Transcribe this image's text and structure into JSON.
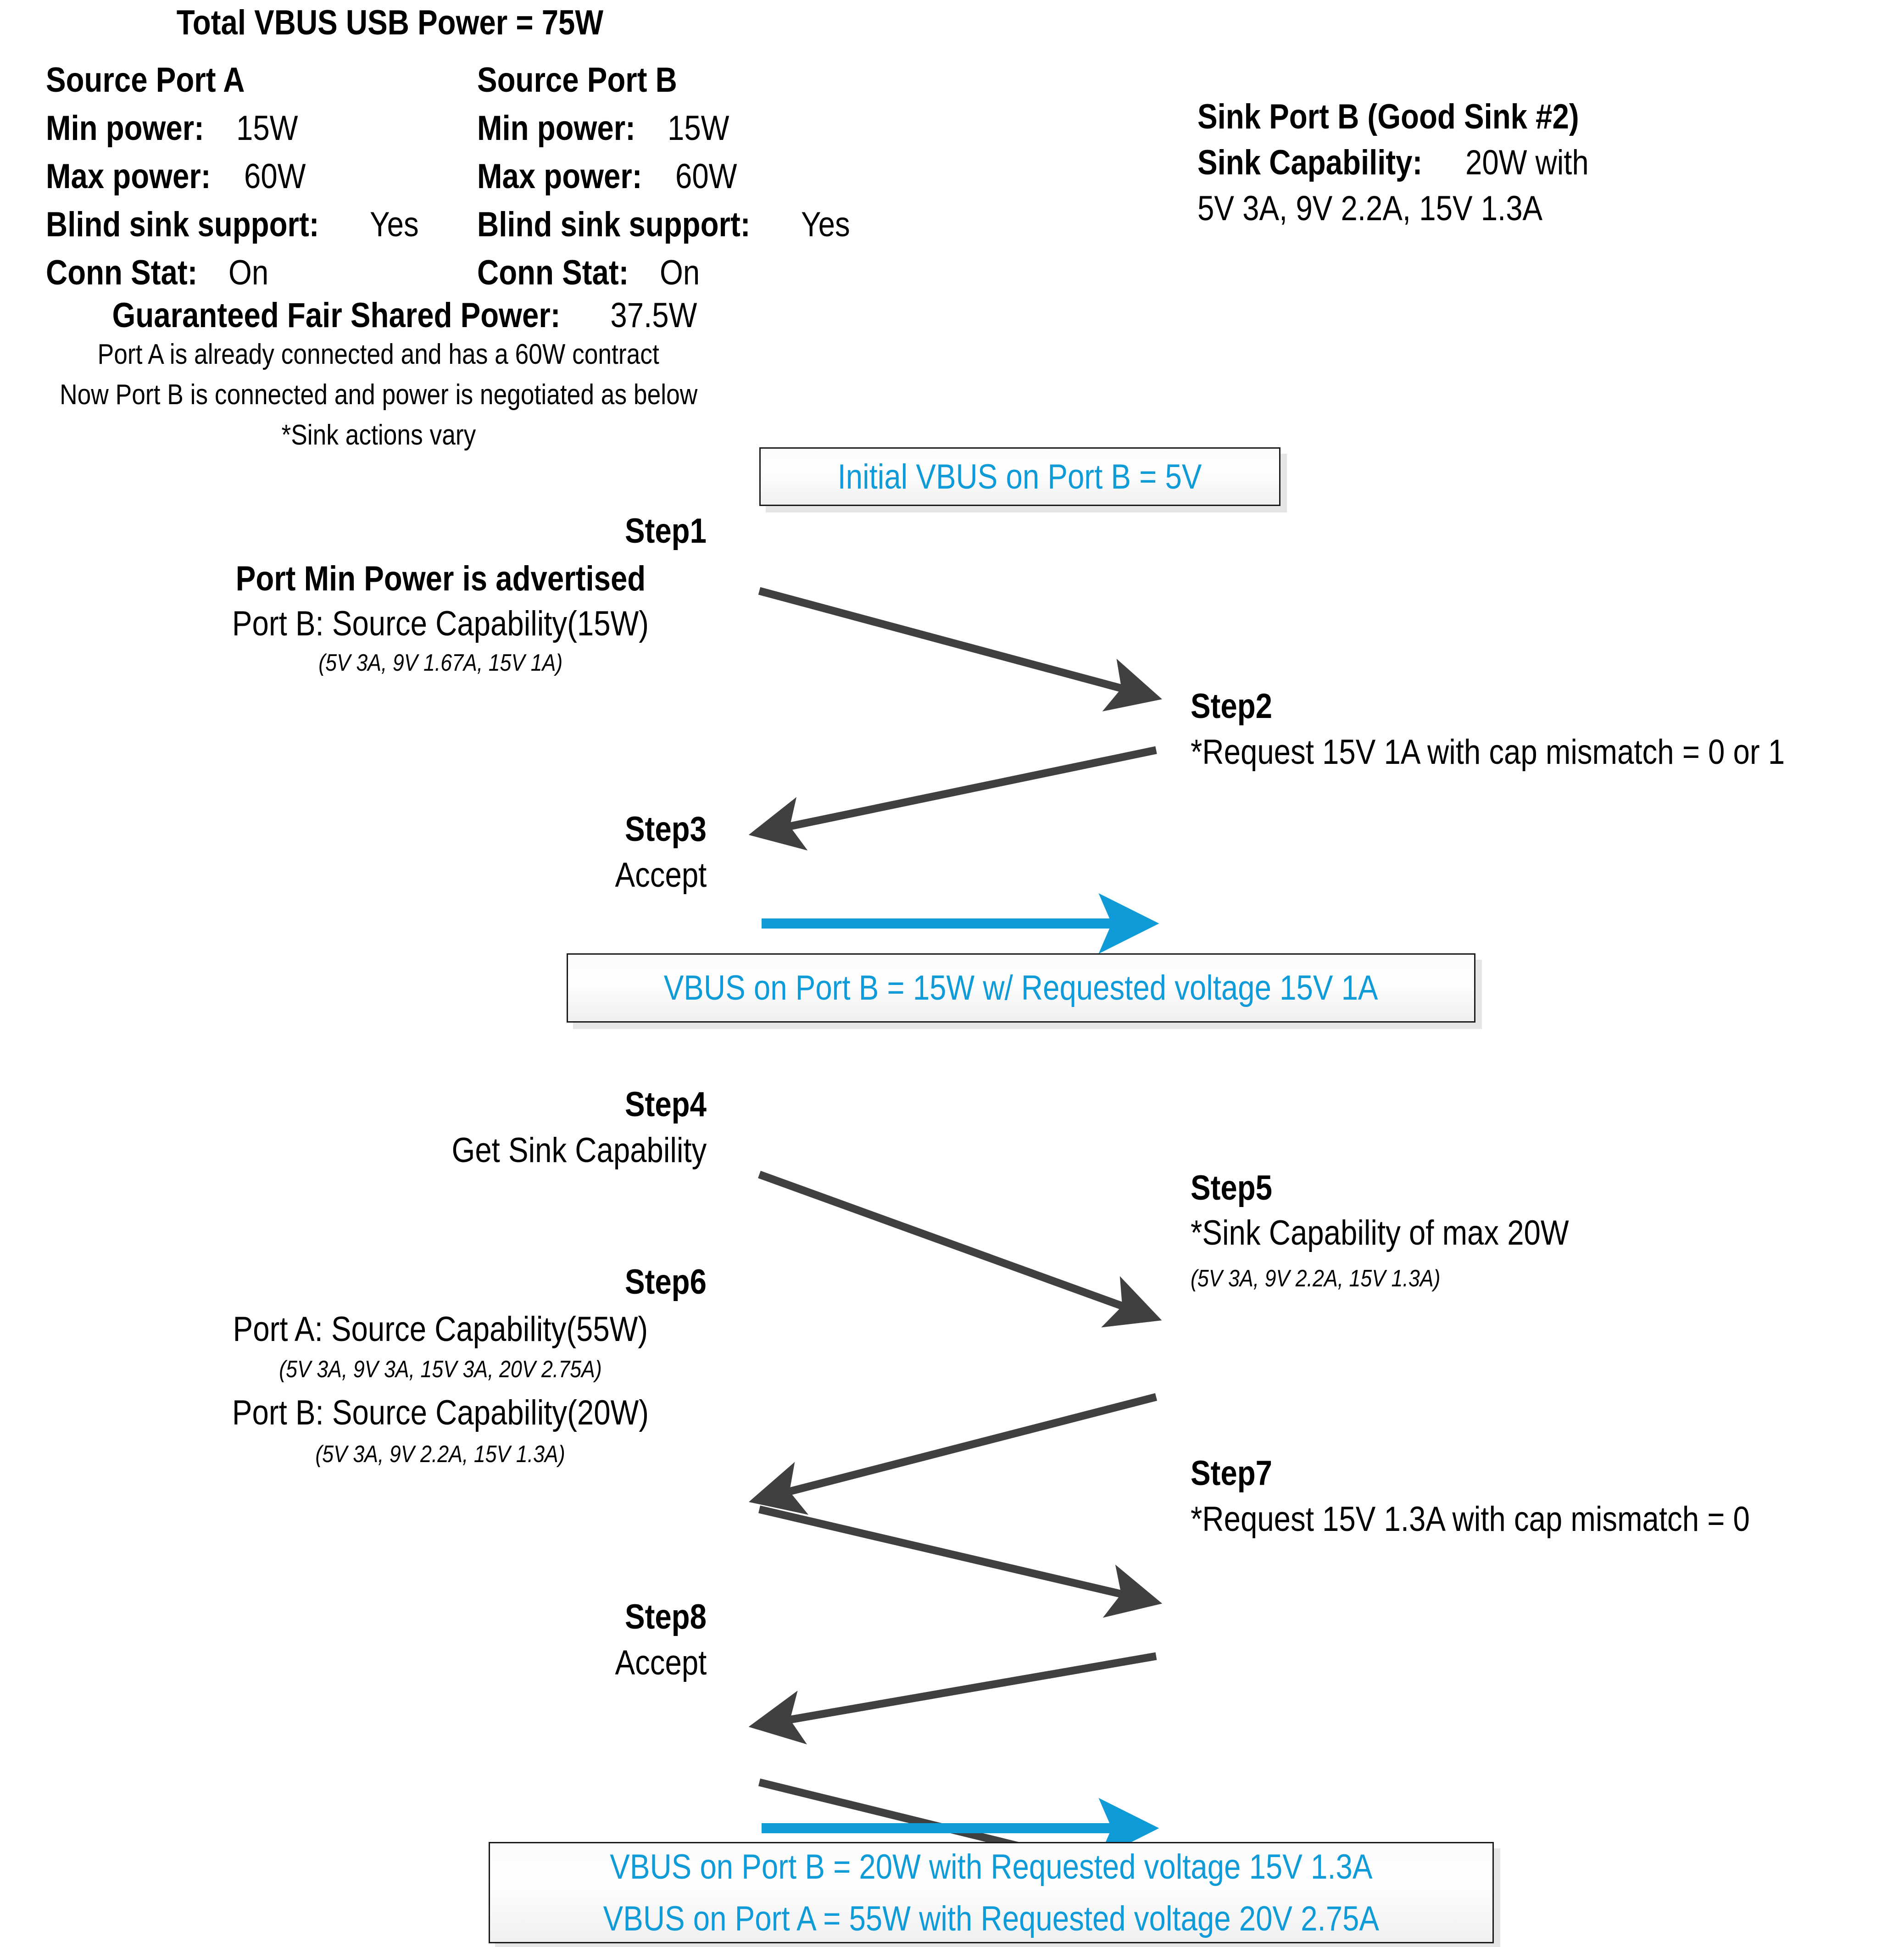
{
  "header": {
    "total_power": "Total VBUS USB Power = 75W",
    "port_a": {
      "title": "Source Port A",
      "min_power_label": "Min power:",
      "min_power_value": "15W",
      "max_power_label": "Max power:",
      "max_power_value": "60W",
      "blind_sink_label": "Blind sink support:",
      "blind_sink_value": "Yes",
      "conn_stat_label": "Conn Stat:",
      "conn_stat_value": "On"
    },
    "port_b": {
      "title": "Source Port B",
      "min_power_label": "Min power:",
      "min_power_value": "15W",
      "max_power_label": "Max power:",
      "max_power_value": "60W",
      "blind_sink_label": "Blind sink support:",
      "blind_sink_value": "Yes",
      "conn_stat_label": "Conn Stat:",
      "conn_stat_value": "On"
    },
    "sink_port_b": {
      "title": "Sink Port B (Good Sink #2)",
      "capability_label": "Sink Capability:",
      "capability_value": "20W with",
      "capability_detail": "5V 3A, 9V 2.2A, 15V 1.3A"
    },
    "fair_share_label": "Guaranteed Fair Shared Power:",
    "fair_share_value": "37.5W",
    "note_line1": "Port A is already connected and has a 60W contract",
    "note_line2": "Now Port B is connected and power is negotiated as below",
    "note_line3": "*Sink actions vary"
  },
  "callouts": {
    "initial_vbus": "Initial VBUS on Port B = 5V",
    "vbus_after_step3": "VBUS on Port B = 15W w/ Requested voltage 15V 1A",
    "final_line1": "VBUS on Port B = 20W with Requested voltage 15V 1.3A",
    "final_line2": "VBUS on Port A = 55W with Requested voltage 20V 2.75A"
  },
  "steps": [
    {
      "id": "step1",
      "label": "Step1",
      "lines": [
        {
          "text": "Port Min Power is advertised",
          "style": "bold"
        },
        {
          "text": "Port B: Source Capability(15W)",
          "style": "normal"
        },
        {
          "text": "(5V 3A, 9V 1.67A, 15V 1A)",
          "style": "italic"
        }
      ]
    },
    {
      "id": "step2",
      "label": "Step2",
      "lines": [
        {
          "text": "*Request 15V 1A with cap mismatch = 0 or 1",
          "style": "normal"
        }
      ]
    },
    {
      "id": "step3",
      "label": "Step3",
      "lines": [
        {
          "text": "Accept",
          "style": "normal"
        }
      ]
    },
    {
      "id": "step4",
      "label": "Step4",
      "lines": [
        {
          "text": "Get Sink Capability",
          "style": "normal"
        }
      ]
    },
    {
      "id": "step5",
      "label": "Step5",
      "lines": [
        {
          "text": "*Sink Capability of max 20W",
          "style": "normal"
        },
        {
          "text": "(5V 3A, 9V 2.2A, 15V 1.3A)",
          "style": "italic"
        }
      ]
    },
    {
      "id": "step6",
      "label": "Step6",
      "lines": [
        {
          "text": "Port A: Source Capability(55W)",
          "style": "normal"
        },
        {
          "text": "(5V 3A, 9V 3A, 15V 3A, 20V 2.75A)",
          "style": "italic"
        },
        {
          "text": "Port B: Source Capability(20W)",
          "style": "normal"
        },
        {
          "text": "(5V 3A, 9V 2.2A, 15V 1.3A)",
          "style": "italic"
        }
      ]
    },
    {
      "id": "step7",
      "label": "Step7",
      "lines": [
        {
          "text": "*Request 15V 1.3A with cap mismatch = 0",
          "style": "normal"
        }
      ]
    },
    {
      "id": "step8",
      "label": "Step8",
      "lines": [
        {
          "text": "Accept",
          "style": "normal"
        }
      ]
    }
  ],
  "colors": {
    "accent_blue": "#0f9bd7",
    "arrow_gray": "#404040",
    "text_black": "#000000"
  }
}
